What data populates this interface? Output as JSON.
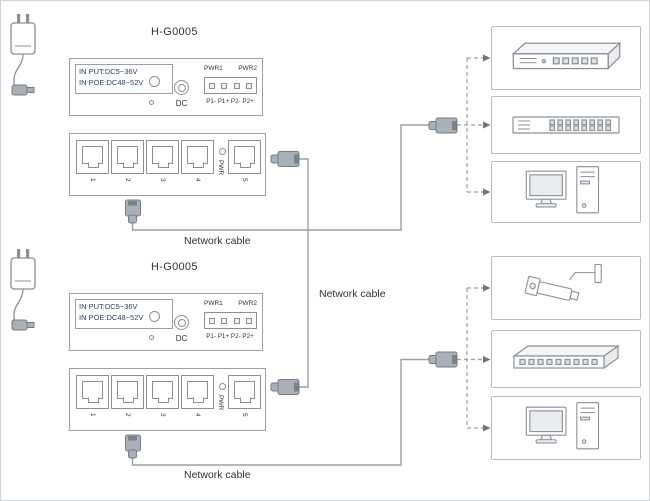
{
  "diagram": {
    "mid_cable_label": "Network cable"
  },
  "devices": [
    {
      "title": "H-G0005",
      "cable_label": "Network cable",
      "panel": {
        "input_line1": "IN PUT:DC5~36V",
        "input_line2": "IN POE:DC48~52V",
        "dc_label": "DC",
        "pwr1_label": "PWR1",
        "pwr2_label": "PWR2",
        "pins_label": "P1- P1+ P2- P2+"
      },
      "front": {
        "ports": [
          "1",
          "2",
          "3",
          "4",
          "5"
        ],
        "led_label": "PWR"
      }
    },
    {
      "title": "H-G0005",
      "cable_label": "Network cable",
      "panel": {
        "input_line1": "IN PUT:DC5~36V",
        "input_line2": "IN POE:DC48~52V",
        "dc_label": "DC",
        "pwr1_label": "PWR1",
        "pwr2_label": "PWR2",
        "pins_label": "P1- P1+ P2- P2+"
      },
      "front": {
        "ports": [
          "1",
          "2",
          "3",
          "4",
          "5"
        ],
        "led_label": "PWR"
      }
    }
  ],
  "endpoints": {
    "top_group": [
      {
        "icon": "router-icon"
      },
      {
        "icon": "switch-icon"
      },
      {
        "icon": "pc-icon"
      }
    ],
    "bottom_group": [
      {
        "icon": "camera-icon"
      },
      {
        "icon": "switch-icon"
      },
      {
        "icon": "pc-icon"
      }
    ]
  },
  "colors": {
    "cable_line": "#9aa0a6",
    "box_border": "#9aa0a6",
    "endpoint_border": "#b6bcc2",
    "connector_fill": "#aab0b8",
    "icon_stroke": "#8a9097",
    "label_text": "#333333",
    "panel_text": "#2e4360"
  }
}
